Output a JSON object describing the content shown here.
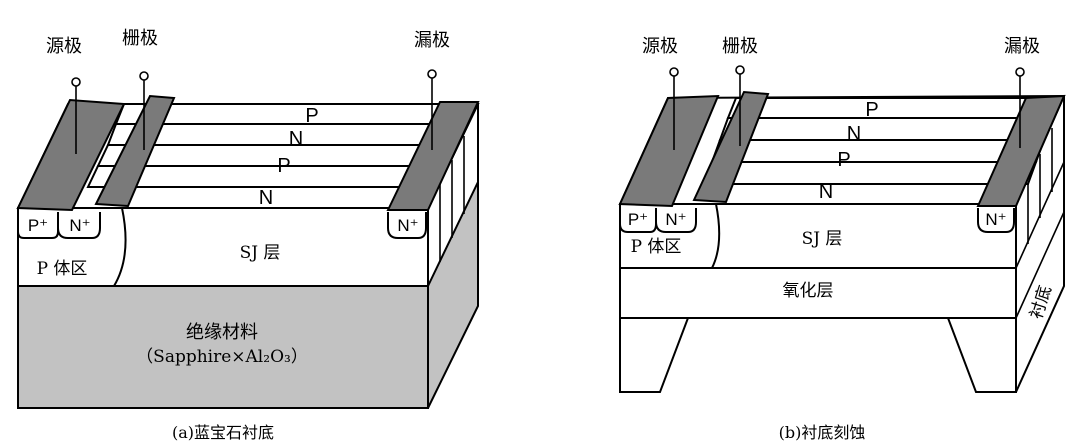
{
  "colors": {
    "electrode": "#7a7a7a",
    "insulator": "#c2c2c2",
    "outline": "#000000",
    "background": "#ffffff"
  },
  "diagram_a": {
    "caption": "(a)蓝宝石衬底",
    "source_label": "源极",
    "gate_label": "栅极",
    "drain_label": "漏极",
    "pillars": [
      "P",
      "N",
      "P",
      "N"
    ],
    "p_plus": "P⁺",
    "n_plus_left": "N⁺",
    "n_plus_right": "N⁺",
    "p_body": "P 体区",
    "sj_layer": "SJ 层",
    "insulator_line1": "绝缘材料",
    "insulator_line2": "（Sapphire×Al₂O₃）"
  },
  "diagram_b": {
    "caption": "(b)衬底刻蚀",
    "source_label": "源极",
    "gate_label": "栅极",
    "drain_label": "漏极",
    "pillars": [
      "P",
      "N",
      "P",
      "N"
    ],
    "p_plus": "P⁺",
    "n_plus_left": "N⁺",
    "n_plus_right": "N⁺",
    "p_body": "P 体区",
    "sj_layer": "SJ 层",
    "oxide_layer": "氧化层",
    "substrate": "衬底"
  }
}
